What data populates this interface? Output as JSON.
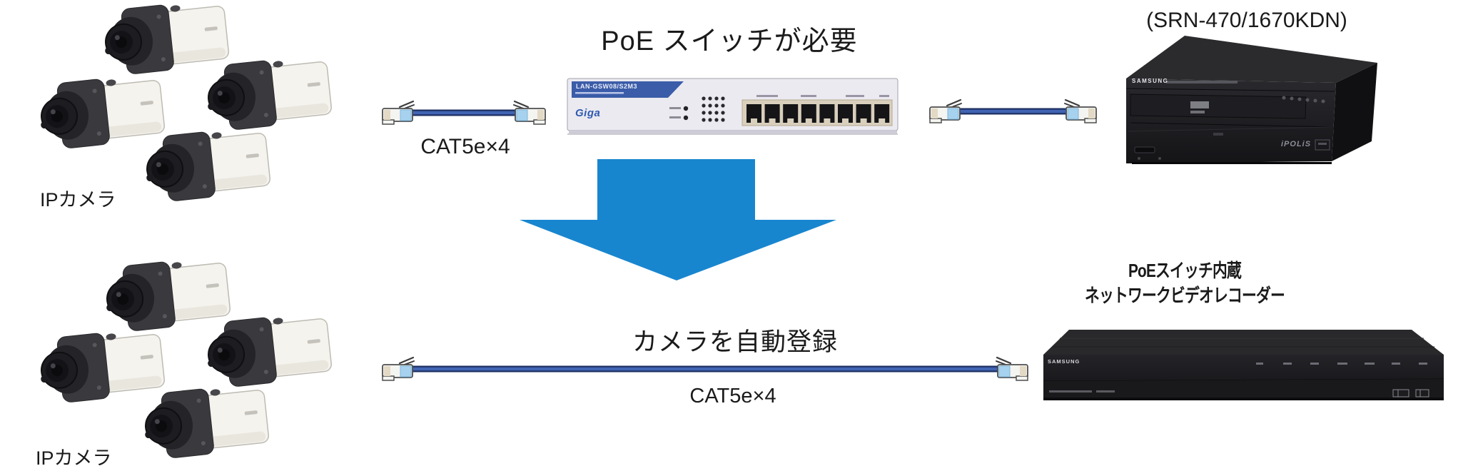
{
  "colors": {
    "background": "#ffffff",
    "arrow_blue": "#1886cf",
    "cable_blue": "#4064b2",
    "switch_banner_blue": "#3b5ca8"
  },
  "top_row": {
    "cameras_label": "IPカメラ",
    "title": "PoE スイッチが必要",
    "cable_label": "CAT5e×4",
    "poe_switch": {
      "model": "LAN-GSW08/S2M3",
      "logo": "Giga"
    },
    "recorder": {
      "label": "(SRN-470/1670KDN)",
      "brand": "SAMSUNG",
      "logo": "iPOLiS"
    }
  },
  "bottom_row": {
    "cameras_label": "IPカメラ",
    "title": "カメラを自動登録",
    "cable_label": "CAT5e×4",
    "nvr": {
      "label_line1": "PoEスイッチ内蔵",
      "label_line2": "ネットワークビデオレコーダー",
      "brand": "SAMSUNG"
    }
  }
}
